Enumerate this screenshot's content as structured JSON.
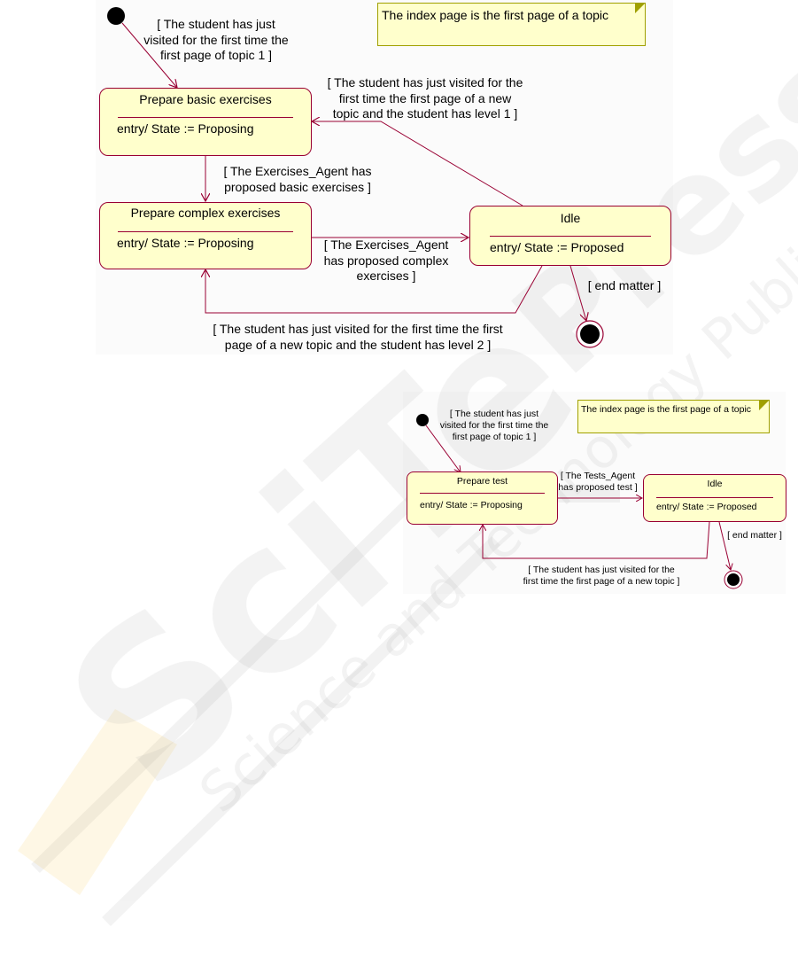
{
  "diagram1": {
    "states": {
      "basic": {
        "name": "Prepare basic exercises",
        "entry": "entry/ State := Proposing"
      },
      "complex": {
        "name": "Prepare complex exercises",
        "entry": "entry/ State := Proposing"
      },
      "idle": {
        "name": "Idle",
        "entry": "entry/ State := Proposed"
      }
    },
    "note": "The index page is the first page of a topic",
    "transitions": {
      "start_to_basic": "[ The student has just\nvisited for the first time the\nfirst page of topic 1 ]",
      "idle_to_basic": "[ The student has just visited for the\nfirst time the first page of a new\ntopic and the student has level 1 ]",
      "basic_to_complex": "[ The Exercises_Agent has\nproposed basic exercises ]",
      "complex_to_idle": "[ The Exercises_Agent\nhas proposed complex\nexercises ]",
      "idle_to_end": "[ end matter ]",
      "idle_to_complex": "[ The student has just visited for the first time the first\npage of a new topic and the student has level 2 ]"
    }
  },
  "diagram2": {
    "states": {
      "test": {
        "name": "Prepare test",
        "entry": "entry/ State := Proposing"
      },
      "idle": {
        "name": "Idle",
        "entry": "entry/ State := Proposed"
      }
    },
    "note": "The index page is the first page of a topic",
    "transitions": {
      "start_to_test": "[ The student has just\nvisited for the first time the\nfirst page of topic 1 ]",
      "test_to_idle": "[ The Tests_Agent\nhas proposed test ]",
      "idle_to_end": "[ end matter ]",
      "idle_to_test": "[ The student has just visited for the\nfirst time the first page of a new topic ]"
    }
  },
  "colors": {
    "state_fill": "#ffffcc",
    "state_border": "#990033",
    "arrow": "#990033",
    "note_border": "#a0a000"
  }
}
